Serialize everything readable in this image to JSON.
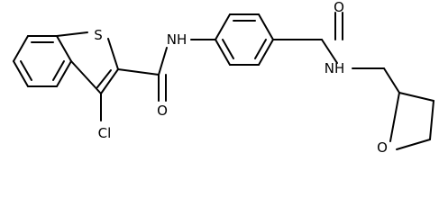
{
  "molecule": {
    "atoms": {
      "sulfur": "S",
      "chlorine": "Cl",
      "amide1_nh": "NH",
      "amide1_o": "O",
      "amide2_o": "O",
      "amide2_nh": "NH",
      "ring_o": "O"
    }
  }
}
